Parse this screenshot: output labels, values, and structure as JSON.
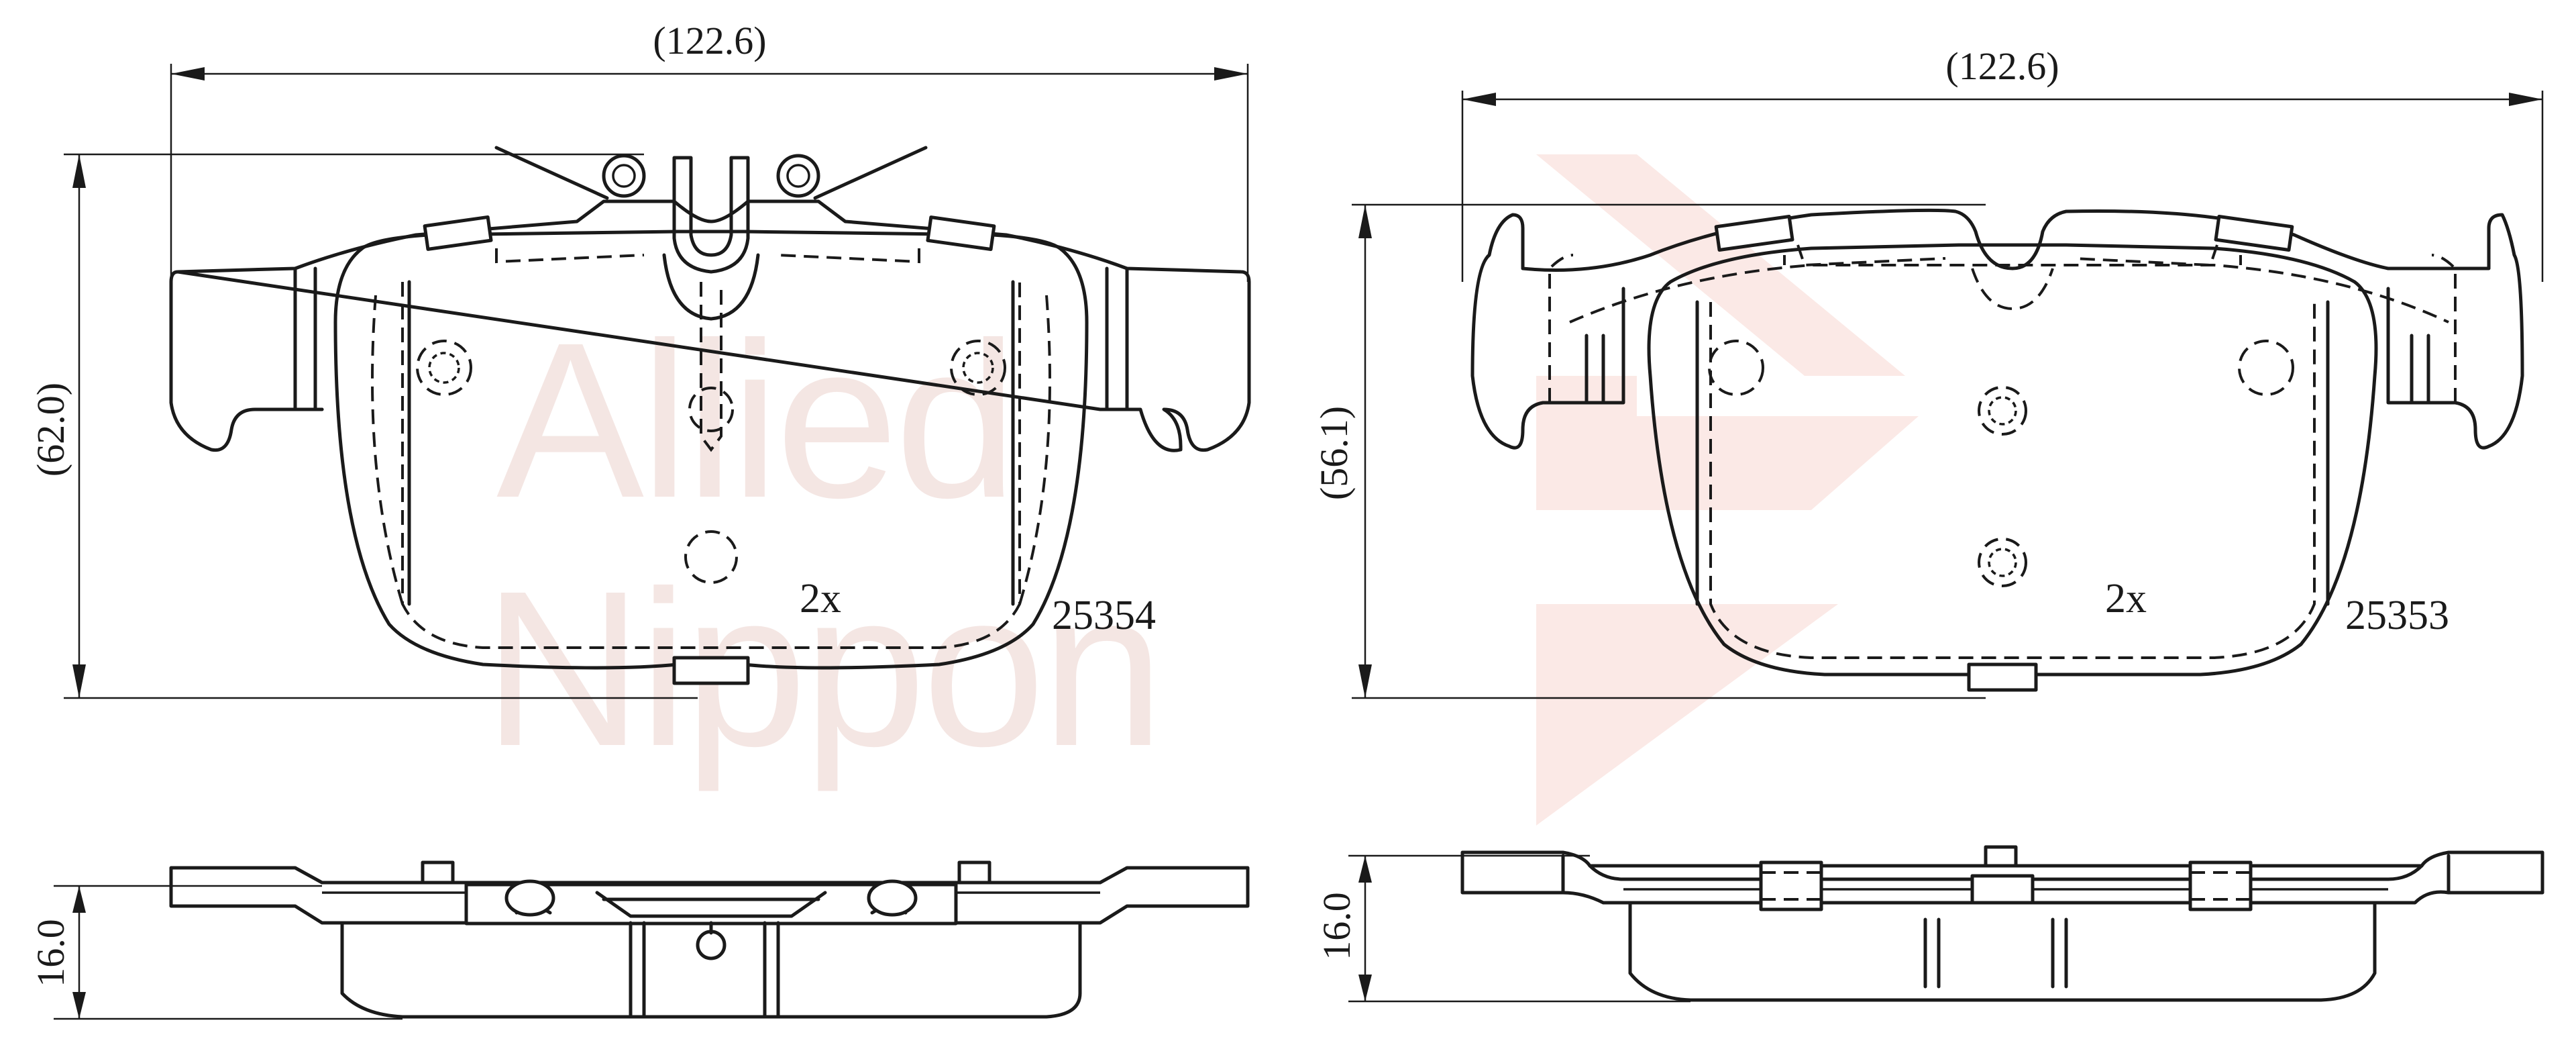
{
  "watermark": {
    "brand_line1": "Allied",
    "brand_line2": "Nippon"
  },
  "left_pad": {
    "width_label": "(122.6)",
    "height_label": "(62.0)",
    "thickness_label": "16.0",
    "quantity_label": "2x",
    "part_number": "25354"
  },
  "right_pad": {
    "width_label": "(122.6)",
    "height_label": "(56.1)",
    "thickness_label": "16.0",
    "quantity_label": "2x",
    "part_number": "25353"
  },
  "colors": {
    "line": "#1a1a1a",
    "watermark_text": "#f4e6e3",
    "watermark_logo": "#fbe9e6"
  }
}
